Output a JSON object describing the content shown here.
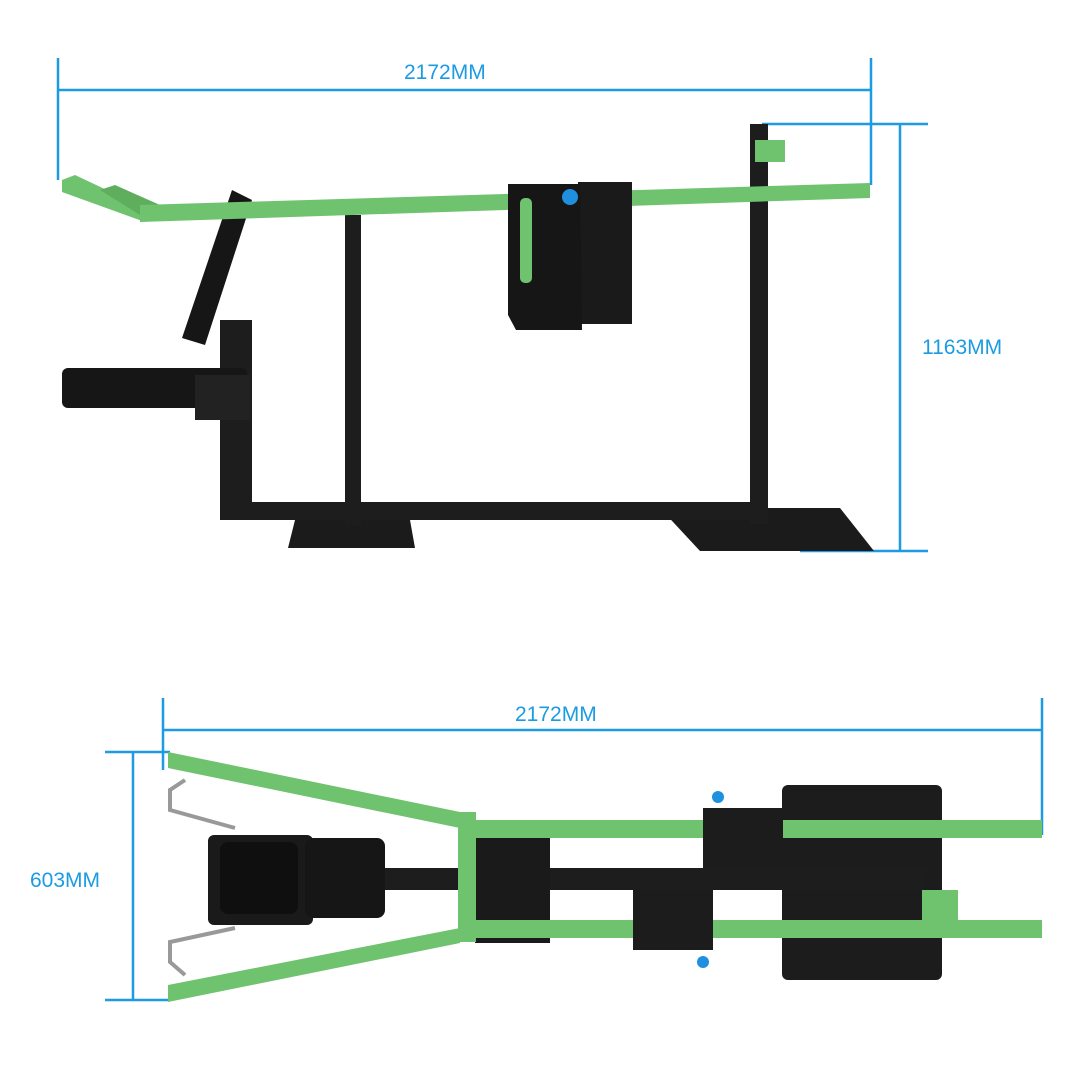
{
  "side_view": {
    "length_label": "2172MM",
    "height_label": "1163MM"
  },
  "top_view": {
    "length_label": "2172MM",
    "width_label": "603MM"
  },
  "colors": {
    "dimension": "#1c9be3",
    "frame_green": "#6fc26e",
    "frame_black": "#1a1a1a",
    "pin_blue": "#1f8fe0"
  }
}
